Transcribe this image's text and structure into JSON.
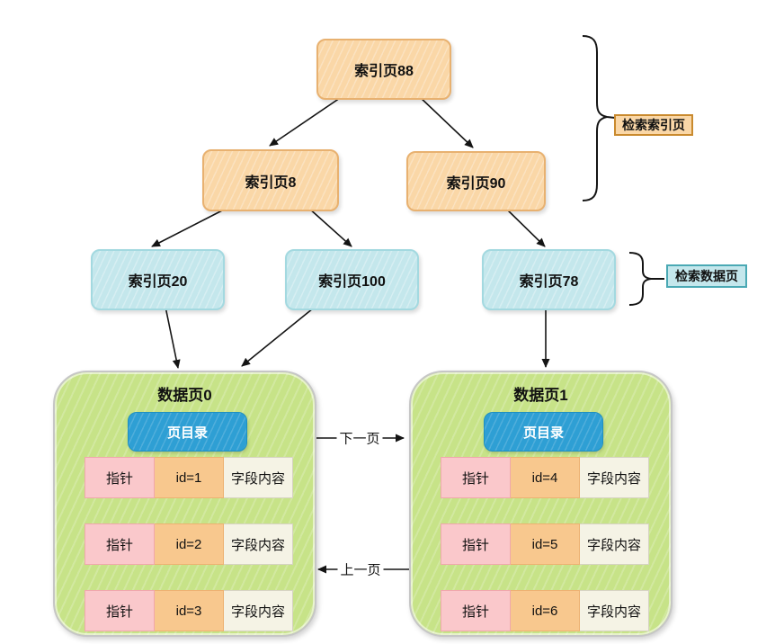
{
  "tree": {
    "level1": [
      {
        "label": "索引页88"
      }
    ],
    "level2": [
      {
        "label": "索引页8"
      },
      {
        "label": "索引页90"
      }
    ],
    "level3": [
      {
        "label": "索引页20"
      },
      {
        "label": "索引页100"
      },
      {
        "label": "索引页78"
      }
    ]
  },
  "annotations": {
    "index_search_label": "检索索引页",
    "data_search_label": "检索数据页"
  },
  "page_links": {
    "next_label": "下一页",
    "prev_label": "上一页"
  },
  "data_pages": [
    {
      "title": "数据页0",
      "directory_label": "页目录",
      "rows": [
        {
          "pointer": "指针",
          "id": "id=1",
          "content": "字段内容"
        },
        {
          "pointer": "指针",
          "id": "id=2",
          "content": "字段内容"
        },
        {
          "pointer": "指针",
          "id": "id=3",
          "content": "字段内容"
        }
      ]
    },
    {
      "title": "数据页1",
      "directory_label": "页目录",
      "rows": [
        {
          "pointer": "指针",
          "id": "id=4",
          "content": "字段内容"
        },
        {
          "pointer": "指针",
          "id": "id=5",
          "content": "字段内容"
        },
        {
          "pointer": "指针",
          "id": "id=6",
          "content": "字段内容"
        }
      ]
    }
  ],
  "colors": {
    "index_box_fill": "#FAD7A7",
    "index_box_border": "#E8B170",
    "leaf_box_fill": "#C4E7EC",
    "leaf_box_border": "#A3D9E0",
    "page_fill": "#C7E388",
    "page_border": "#C6C6C6",
    "directory_fill": "#2E9FD4",
    "pointer_cell_fill": "#FAC8CB",
    "id_cell_fill": "#F8C88E",
    "content_cell_fill": "#F5F3E5",
    "index_label_border": "#C98A2E",
    "data_label_border": "#4AA9B4"
  }
}
